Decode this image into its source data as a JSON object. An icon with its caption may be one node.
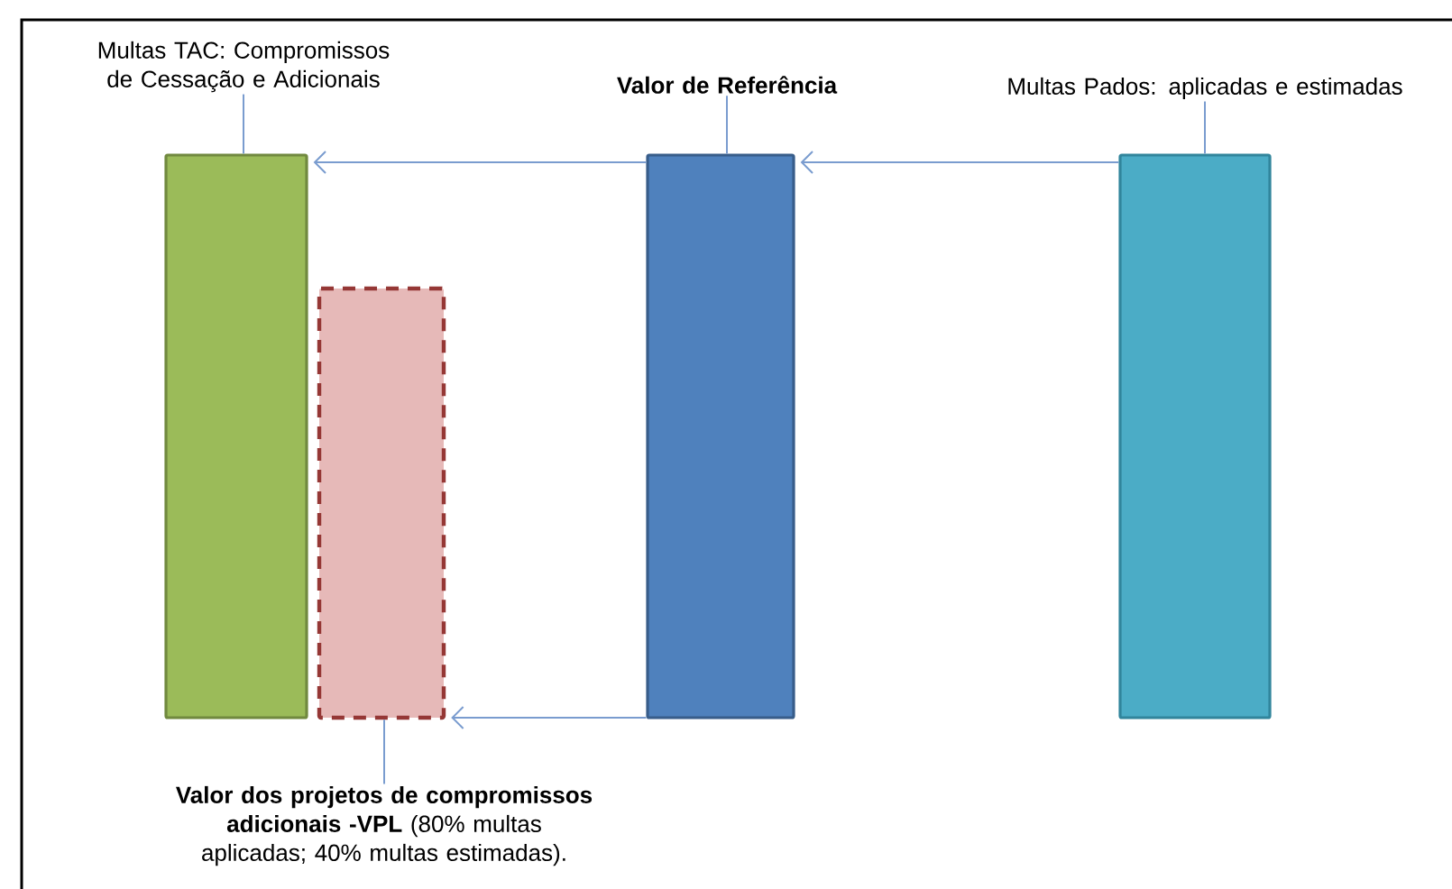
{
  "diagram": {
    "nodes": [
      {
        "text": [
          "Multas TAC: Compromissos de Cessação e Adicionais"
        ]
      },
      {
        "text": [
          "Valor de Referência"
        ]
      },
      {
        "text": [
          "Multas Pados: aplicadas e estimadas"
        ]
      },
      {
        "text": [],
        "shape": "bar"
      },
      {
        "text": [],
        "shape": "bar"
      },
      {
        "text": [],
        "shape": "bar"
      },
      {
        "text": [],
        "shape": "bar"
      },
      {
        "text": [
          "**Valor dos projetos de compromissos adicionais -VPL** (80% multas aplicadas; 40% multas estimadas)."
        ]
      }
    ],
    "edges": [
      {
        "from": 0,
        "to": 3,
        "arrow": "none"
      },
      {
        "from": 1,
        "to": 5,
        "arrow": "none"
      },
      {
        "from": 2,
        "to": 6,
        "arrow": "none"
      },
      {
        "from": 5,
        "to": 3,
        "arrow": "to"
      },
      {
        "from": 6,
        "to": 5,
        "arrow": "to"
      },
      {
        "from": 5,
        "to": 4,
        "arrow": "to"
      },
      {
        "from": 7,
        "to": 4,
        "arrow": "none"
      }
    ]
  }
}
